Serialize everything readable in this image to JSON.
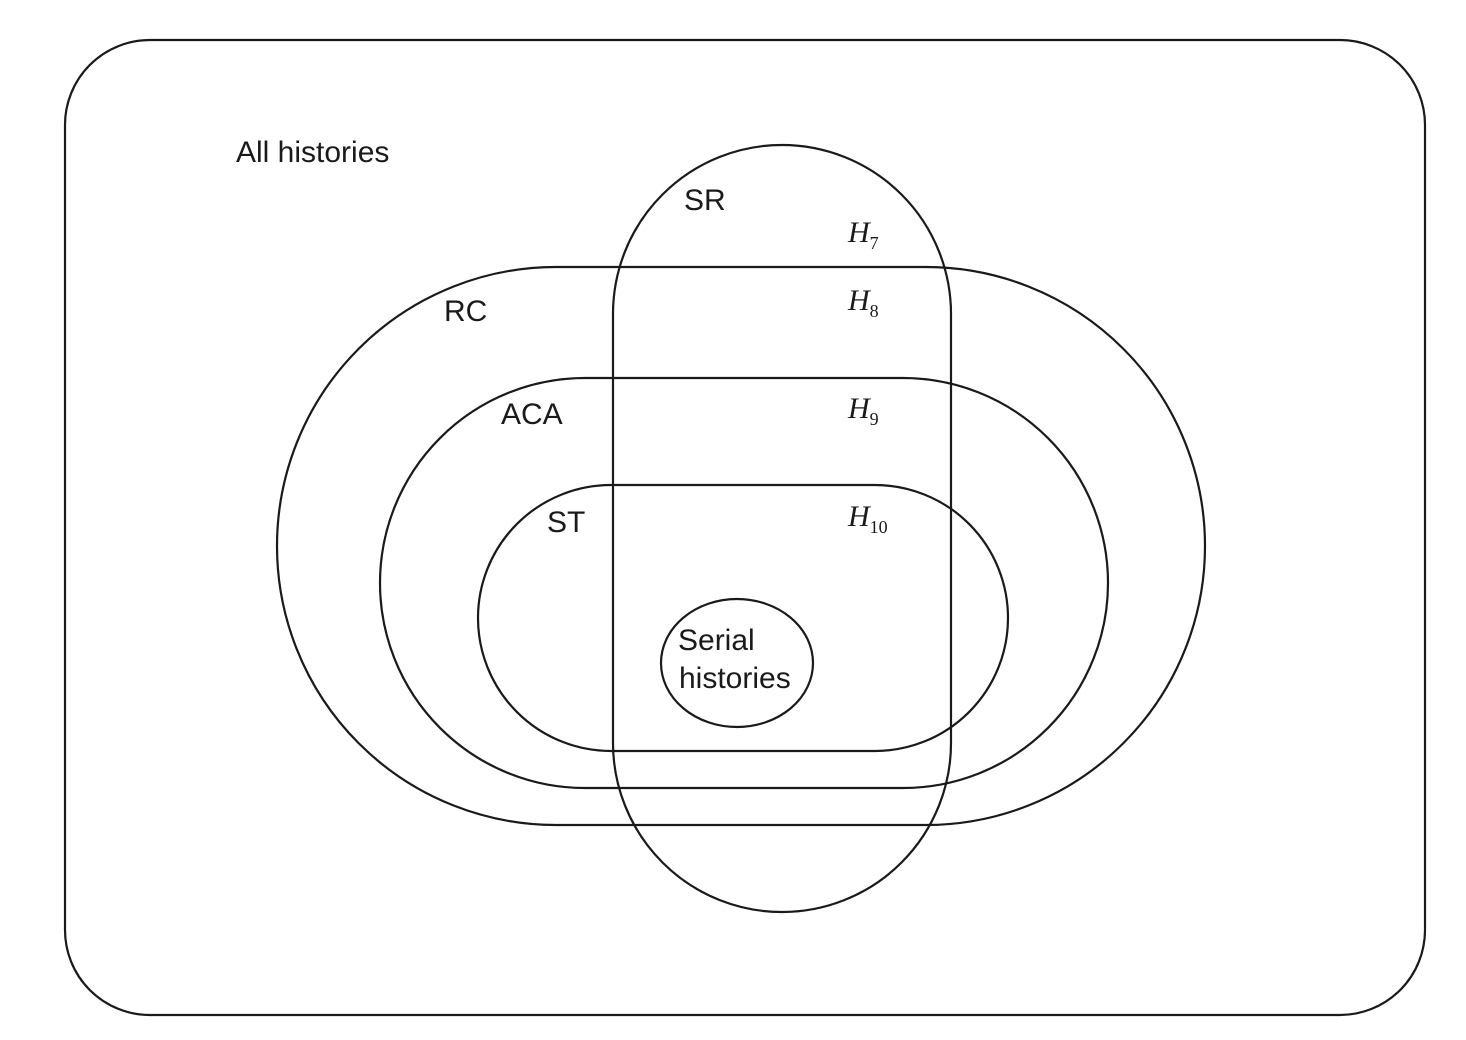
{
  "diagram": {
    "outer_label": "All histories",
    "sets": {
      "sr": "SR",
      "rc": "RC",
      "aca": "ACA",
      "st": "ST"
    },
    "serial": {
      "line1": "Serial",
      "line2": "histories"
    },
    "histories": [
      {
        "letter": "H",
        "sub": "7"
      },
      {
        "letter": "H",
        "sub": "8"
      },
      {
        "letter": "H",
        "sub": "9"
      },
      {
        "letter": "H",
        "sub": "10"
      }
    ]
  }
}
